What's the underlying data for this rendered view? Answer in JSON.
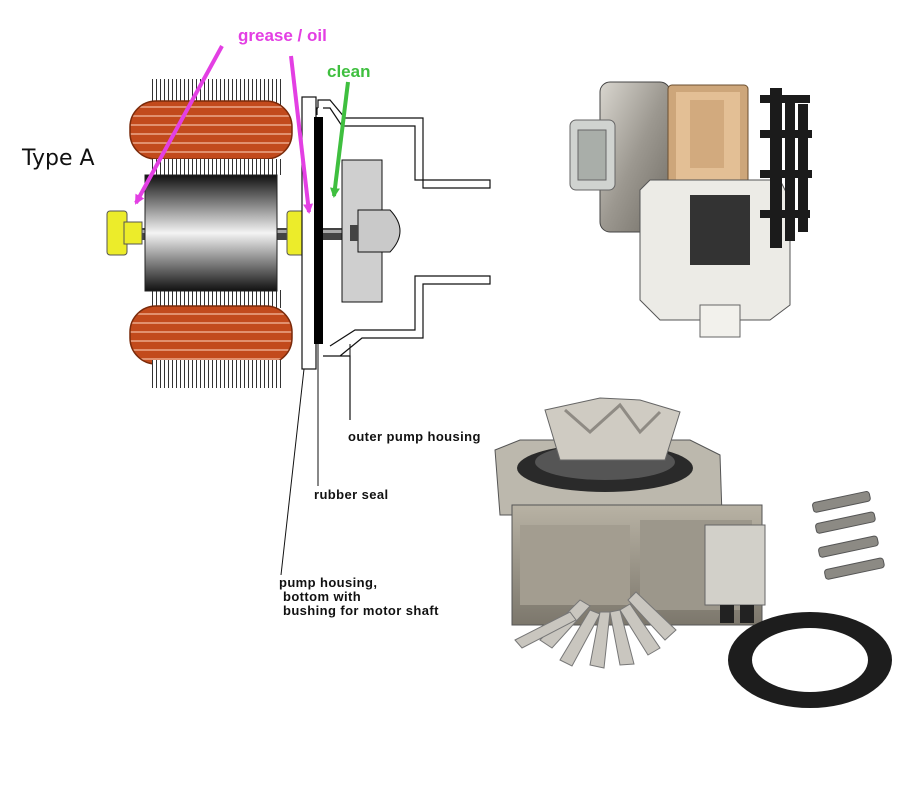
{
  "diagram": {
    "title": "Type A",
    "labels": {
      "grease": "grease / oil",
      "clean": "clean",
      "outer_housing": "outer pump housing",
      "rubber_seal": "rubber seal",
      "pump_housing_line1": "pump  housing,",
      "pump_housing_line2": "bottom with",
      "pump_housing_line3": "bushing for motor shaft"
    },
    "colors": {
      "grease": "#e33fe3",
      "clean": "#3fbf3f",
      "coil": "#c24a1c",
      "bushing": "#ecec2a"
    }
  }
}
